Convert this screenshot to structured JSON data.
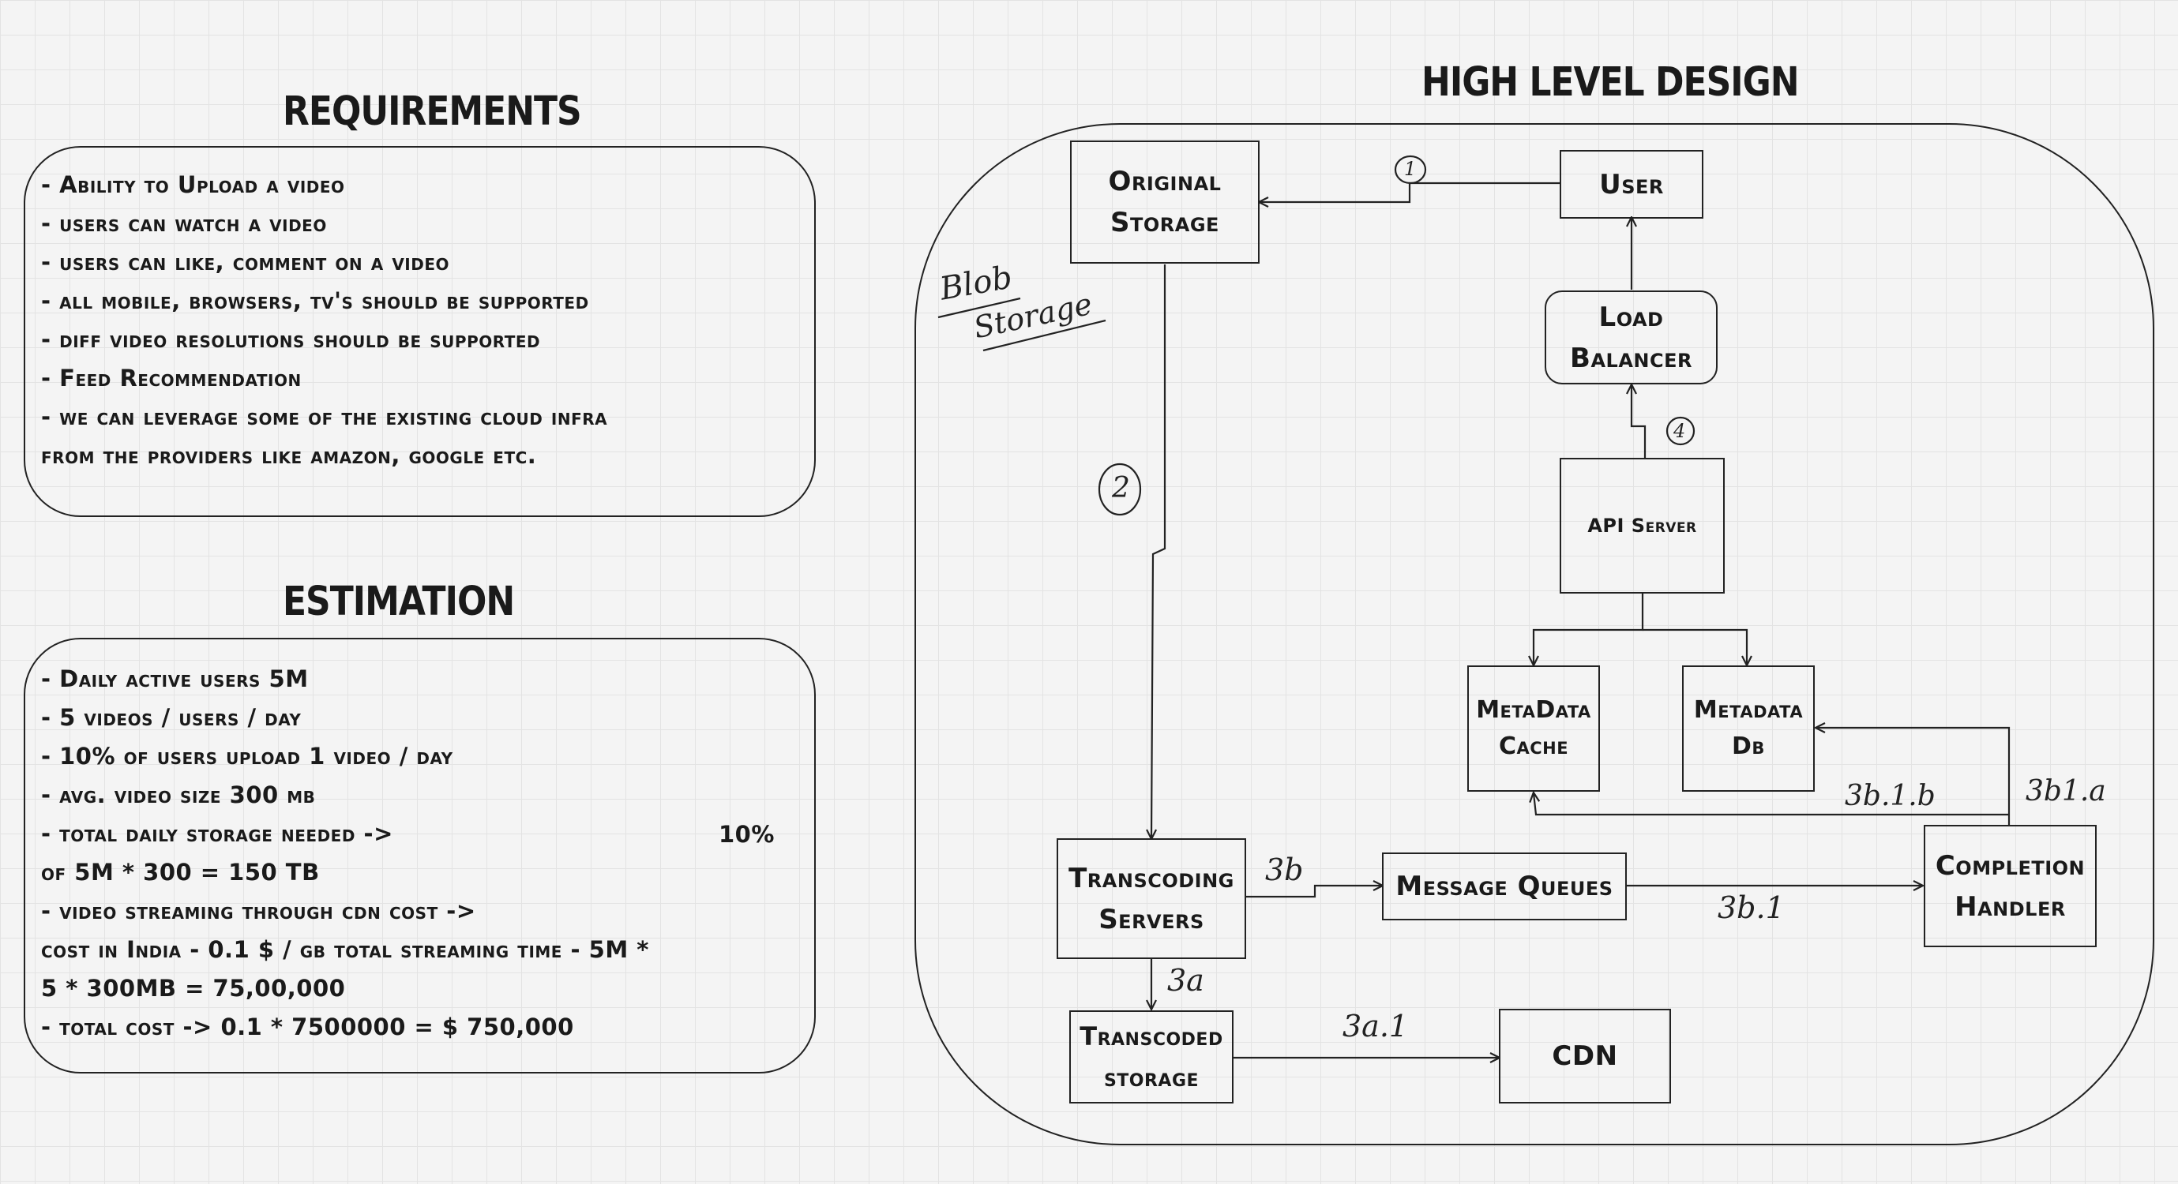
{
  "requirements": {
    "heading": "REQUIREMENTS",
    "lines": [
      "- Ability to Upload a video",
      "- users can watch a video",
      "- users can like, comment on a video",
      "- all mobile, browsers, tv's should be supported",
      "- diff video resolutions should be supported",
      "- Feed Recommendation",
      "- we can leverage some of the existing cloud infra",
      "from the providers like amazon, google etc."
    ]
  },
  "estimation": {
    "heading": "ESTIMATION",
    "lines": [
      "- Daily active users 5M",
      "- 5 videos / users / day",
      "- 10% of users upload 1 video / day",
      "- avg. video size 300 mb",
      "- total daily storage needed ->",
      "of 5M * 300 = 150 TB",
      "- video streaming through cdn cost ->",
      "cost in India - 0.1 $ / gb     total streaming time - 5M *",
      "5 * 300MB = 75,00,000",
      "- total cost -> 0.1 * 7500000 = $ 750,000"
    ],
    "side_note": "10%"
  },
  "design": {
    "heading": "HIGH LEVEL DESIGN",
    "nodes": {
      "original_storage": "Original\nStorage",
      "user": "User",
      "load_balancer": "Load\nBalancer",
      "api_server": "API Server",
      "metadata_cache": "MetaData\nCache",
      "metadata_db": "Metadata\nDb",
      "transcoding_servers": "Transcoding\nServers",
      "message_queues": "Message Queues",
      "completion_handler": "Completion\nHandler",
      "transcoded_storage": "Transcoded\nstorage",
      "cdn": "CDN"
    },
    "blob_label_1": "Blob",
    "blob_label_2": "Storage",
    "step_labels": {
      "s1": "1",
      "s2": "2",
      "s4": "4",
      "s3a": "3a",
      "s3b": "3b",
      "s3a1": "3a.1",
      "s3b1": "3b.1",
      "s3b1a": "3b1.a",
      "s3b1b": "3b.1.b"
    }
  }
}
